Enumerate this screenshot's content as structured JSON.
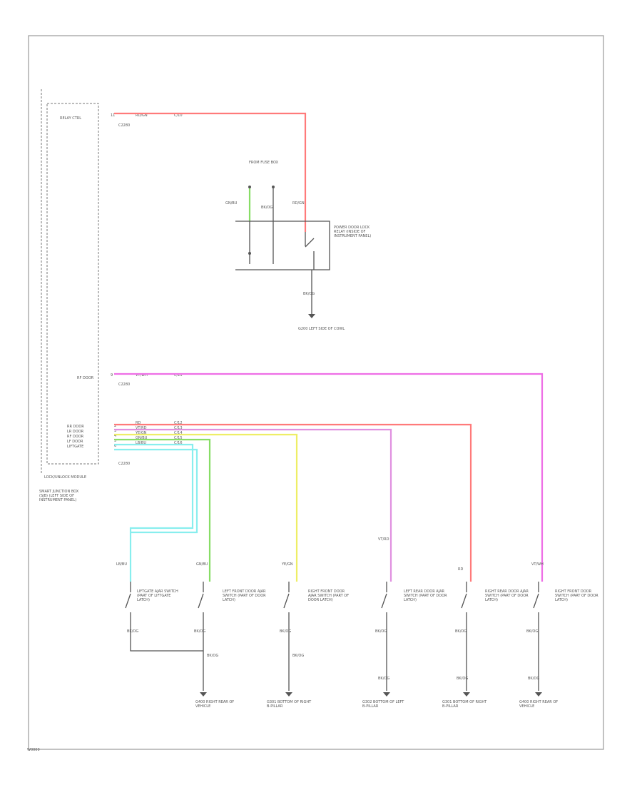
{
  "diagram": {
    "footer_code": "W0000",
    "colors": {
      "red": "#ff7a7a",
      "pink": "#ee6ee6",
      "magenta": "#e090e0",
      "yellow": "#eeee66",
      "green": "#88dd66",
      "cyan": "#88eeee",
      "gray": "#888888",
      "black": "#555555"
    },
    "module": {
      "label": "SMART JUNCTION BOX (SJB) (LEFT SIDE OF INSTRUMENT PANEL)",
      "note": "LOCK/UNLOCK MODULE",
      "sub_label": "C2280"
    },
    "wires_top": [
      {
        "pin": "11",
        "name": "RELAY CTRL",
        "color_code": "RD/GN",
        "circuit": "C/10"
      }
    ],
    "relay": {
      "label": "POWER DOOR LOCK RELAY (INSIDE OF INSTRUMENT PANEL)",
      "fuse_label": "FROM FUSE BOX",
      "pin_labels": [
        "GN/BU",
        "BK/OG",
        "RD/GN"
      ],
      "ground_wire": "BK/OG",
      "ground_label": "G200 LEFT SIDE OF COWL"
    },
    "wires_mid": [
      {
        "pin": "9",
        "name": "RF DOOR",
        "color_code": "VT/WH",
        "circuit": "C/11"
      }
    ],
    "wires_bottom": [
      {
        "pin": "2",
        "name": "RR DOOR",
        "color_code": "RD",
        "circuit": "C/12"
      },
      {
        "pin": "3",
        "name": "LR DOOR",
        "color_code": "VT/RD",
        "circuit": "C/13"
      },
      {
        "pin": "4",
        "name": "RF DOOR",
        "color_code": "YE/GN",
        "circuit": "C/14"
      },
      {
        "pin": "5",
        "name": "LF DOOR",
        "color_code": "GN/BU",
        "circuit": "C/15"
      },
      {
        "pin": "6",
        "name": "LIFTGATE",
        "color_code": "LB/BU",
        "circuit": "C/16"
      }
    ],
    "switches": [
      {
        "id": "s1",
        "top_wire": "LB/BU",
        "label": "LIFTGATE AJAR SWITCH (PART OF LIFTGATE LATCH)",
        "wire_a": "BK/OG",
        "wire_b": "BK/OG",
        "ground": "G400 RIGHT REAR OF VEHICLE"
      },
      {
        "id": "s2",
        "top_wire": "GN/BU",
        "label": "LEFT FRONT DOOR AJAR SWITCH (PART OF DOOR LATCH)",
        "wire_a": "BK/OG",
        "wire_b": "BK/OG",
        "ground": "G400 RIGHT REAR OF VEHICLE"
      },
      {
        "id": "s3",
        "top_wire": "YE/GN",
        "label": "RIGHT FRONT DOOR AJAR SWITCH (PART OF DOOR LATCH)",
        "wire_a": "BK/OG",
        "wire_b": "BK/OG",
        "ground": "G301 BOTTOM OF RIGHT B-PILLAR"
      },
      {
        "id": "s4",
        "top_wire": "VT/RD",
        "label": "LEFT REAR DOOR AJAR SWITCH (PART OF DOOR LATCH)",
        "wire_a": "BK/OG",
        "wire_b": "BK/OG",
        "ground": "G302 BOTTOM OF LEFT B-PILLAR"
      },
      {
        "id": "s5",
        "top_wire": "RD",
        "label": "RIGHT REAR DOOR AJAR SWITCH (PART OF DOOR LATCH)",
        "wire_a": "BK/OG",
        "wire_b": "BK/OG",
        "ground": "G301 BOTTOM OF RIGHT B-PILLAR"
      },
      {
        "id": "s6",
        "top_wire": "VT/WH",
        "label": "RIGHT FRONT DOOR SWITCH (PART OF DOOR LATCH)",
        "wire_a": "BK/OG",
        "wire_b": "BK/OG",
        "ground": "G400 RIGHT REAR OF VEHICLE"
      }
    ]
  }
}
